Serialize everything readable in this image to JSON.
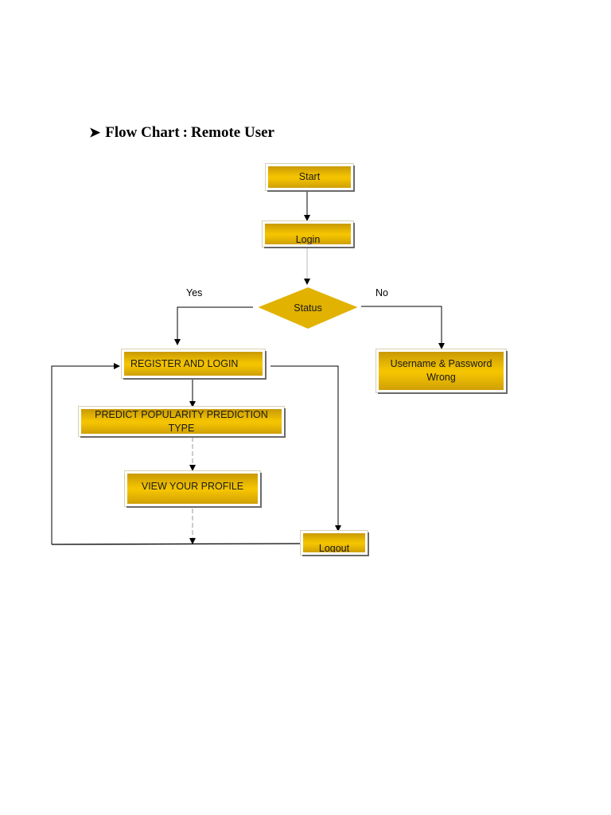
{
  "heading": {
    "bullet": "➤",
    "title": "Flow Chart",
    "separator": ":",
    "subtitle": "Remote User"
  },
  "nodes": {
    "start": "Start",
    "login": "Login",
    "status": "Status",
    "register_login": "REGISTER AND LOGIN",
    "error": "Username & Password Wrong",
    "predict": "PREDICT POPULARITY PREDICTION TYPE",
    "view_profile": "VIEW YOUR PROFILE",
    "logout": "Logout"
  },
  "edges": {
    "yes": "Yes",
    "no": "No"
  },
  "colors": {
    "box_fill": "#f2c200",
    "box_dark": "#c99a05",
    "line": "#000000"
  }
}
